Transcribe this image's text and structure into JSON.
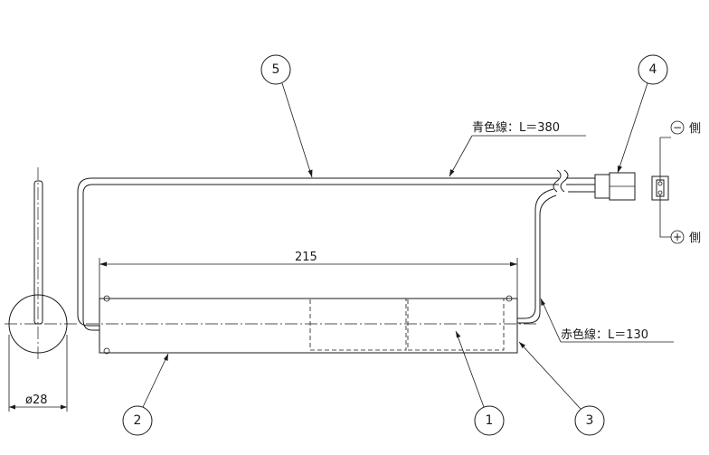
{
  "callouts": [
    {
      "id": "1",
      "label": "1"
    },
    {
      "id": "2",
      "label": "2"
    },
    {
      "id": "3",
      "label": "3"
    },
    {
      "id": "4",
      "label": "4"
    },
    {
      "id": "5",
      "label": "5"
    }
  ],
  "labels": {
    "blue_wire": "青色線：L＝380",
    "red_wire": "赤色線：L＝130",
    "length_dim": "215",
    "diameter_dim": "ø28",
    "negative_side": "側",
    "positive_side": "側"
  },
  "symbols": {
    "minus": "−",
    "plus": "+"
  }
}
